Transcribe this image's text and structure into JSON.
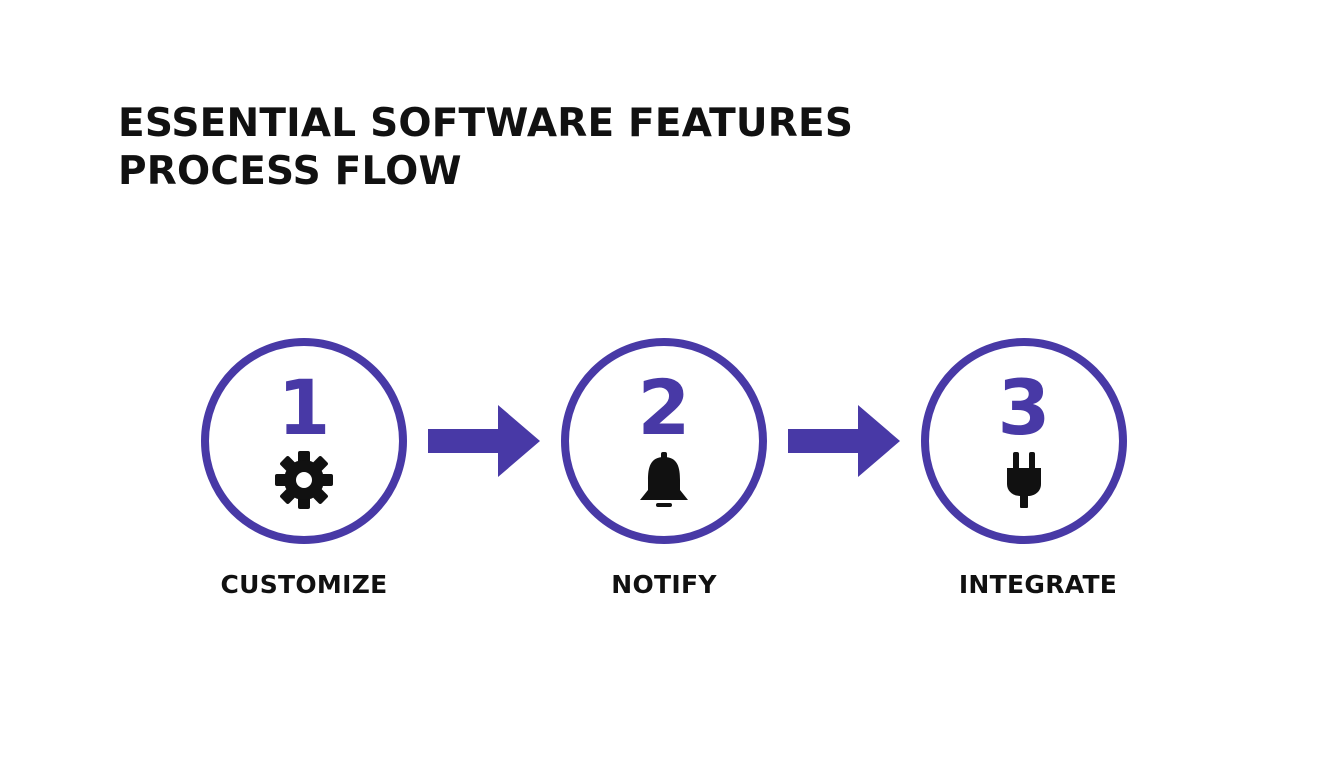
{
  "diagram": {
    "title_lines": [
      "ESSENTIAL SOFTWARE FEATURES",
      "PROCESS FLOW"
    ],
    "accent_color": "#4839a6",
    "steps": [
      {
        "number": "1",
        "label": "CUSTOMIZE",
        "icon": "gear-icon"
      },
      {
        "number": "2",
        "label": "NOTIFY",
        "icon": "bell-icon"
      },
      {
        "number": "3",
        "label": "INTEGRATE",
        "icon": "plug-icon"
      }
    ],
    "connectors": [
      {
        "from": "1",
        "to": "2"
      },
      {
        "from": "2",
        "to": "3"
      }
    ]
  }
}
